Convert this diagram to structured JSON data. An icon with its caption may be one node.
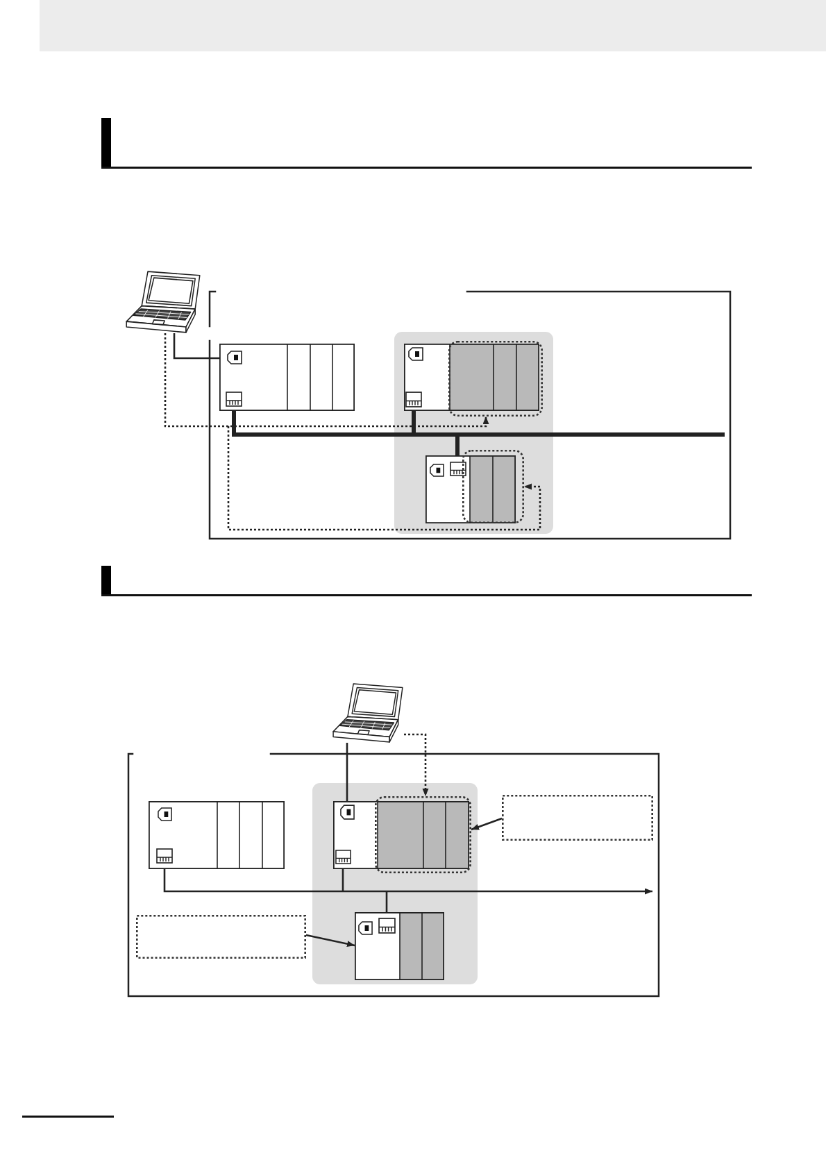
{
  "diagram": {
    "nodes": [
      {
        "text": [],
        "shape": "laptop"
      },
      {
        "text": [],
        "shape": "box"
      },
      {
        "text": [],
        "shape": "rack",
        "in": 1
      },
      {
        "text": [],
        "shape": "box",
        "in": 1
      },
      {
        "text": [],
        "shape": "rack",
        "in": 3
      },
      {
        "text": [],
        "shape": "box",
        "in": 3
      },
      {
        "text": [],
        "shape": "rack",
        "in": 3
      },
      {
        "text": [],
        "shape": "box",
        "in": 3
      },
      {
        "text": [],
        "shape": "laptop"
      },
      {
        "text": [],
        "shape": "box"
      },
      {
        "text": [],
        "shape": "rack",
        "in": 9
      },
      {
        "text": [],
        "shape": "box",
        "in": 9
      },
      {
        "text": [],
        "shape": "rack",
        "in": 11
      },
      {
        "text": [],
        "shape": "box",
        "in": 11
      },
      {
        "text": [],
        "shape": "box",
        "in": 9
      },
      {
        "text": [],
        "shape": "box",
        "in": 9
      },
      {
        "text": [],
        "shape": "rack",
        "in": 11
      }
    ],
    "edges": [
      {
        "from": 0,
        "to": 2,
        "arrow": "none"
      },
      {
        "from": 0,
        "to": 5,
        "arrow": "to",
        "style": "dashed"
      },
      {
        "from": 0,
        "to": 7,
        "arrow": "to",
        "style": "dashed"
      },
      {
        "from": 2,
        "to": 4,
        "arrow": "none",
        "style": "thick"
      },
      {
        "from": 2,
        "to": 6,
        "arrow": "none",
        "style": "thick"
      },
      {
        "from": 2,
        "to": null,
        "arrow": "none",
        "style": "thick"
      },
      {
        "from": 8,
        "to": 12,
        "arrow": "none"
      },
      {
        "from": 8,
        "to": 13,
        "arrow": "to",
        "style": "dashed"
      },
      {
        "from": 10,
        "to": 12,
        "arrow": "none"
      },
      {
        "from": 10,
        "to": 16,
        "arrow": "none"
      },
      {
        "from": 10,
        "to": null,
        "arrow": "to"
      },
      {
        "from": 14,
        "to": 13,
        "arrow": "to"
      },
      {
        "from": 15,
        "to": 16,
        "arrow": "to"
      }
    ]
  }
}
